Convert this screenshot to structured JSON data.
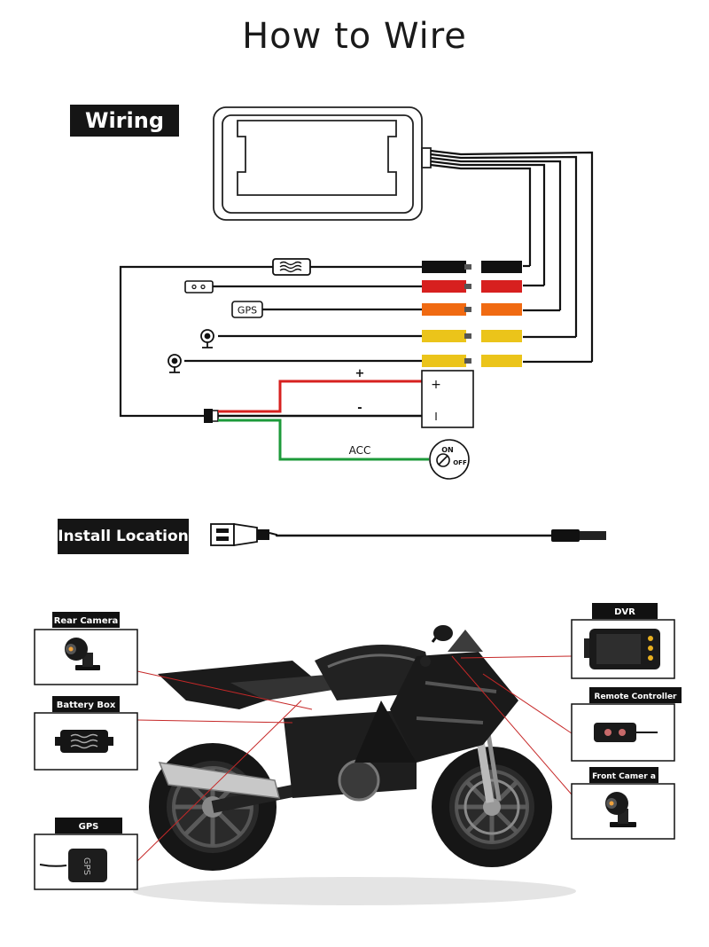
{
  "title": "How to Wire",
  "sections": {
    "wiring": "Wiring",
    "install": "Install Location"
  },
  "wiring": {
    "plus": "+",
    "minus": "-",
    "acc": "ACC",
    "gps": "GPS",
    "on": "ON",
    "off": "OFF",
    "battery_plus": "+",
    "battery_minus": "I"
  },
  "callouts": {
    "rear_camera": "Rear Camera",
    "battery_box": "Battery Box",
    "gps": "GPS",
    "gps_module": "GPS",
    "dvr": "DVR",
    "remote_controller": "Remote Controller",
    "front_camera": "Front Camer a"
  },
  "colors": {
    "black": "#111111",
    "red": "#d7201f",
    "orange": "#f06a12",
    "yellow": "#ebc41a",
    "green": "#1c9a3a",
    "leader": "#c62828"
  }
}
